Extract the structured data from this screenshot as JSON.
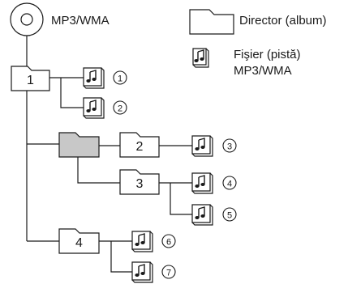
{
  "source": {
    "label": "MP3/WMA",
    "icon": "cd-disc-icon"
  },
  "legend": {
    "folder_label": "Director (album)",
    "file_label_line1": "Fişier (pistă)",
    "file_label_line2": "MP3/WMA",
    "folder_icon": "folder-icon",
    "file_icon": "music-file-icon"
  },
  "folders": [
    {
      "label": "1"
    },
    {
      "label": ""
    },
    {
      "label": "2"
    },
    {
      "label": "3"
    },
    {
      "label": "4"
    }
  ],
  "tracks": [
    {
      "label": "①"
    },
    {
      "label": "②"
    },
    {
      "label": "③"
    },
    {
      "label": "④"
    },
    {
      "label": "⑤"
    },
    {
      "label": "⑥"
    },
    {
      "label": "⑦"
    }
  ],
  "colors": {
    "line": "#1a1a1a",
    "highlight_folder": "#c8c8c8",
    "folder_fill": "#ffffff"
  }
}
